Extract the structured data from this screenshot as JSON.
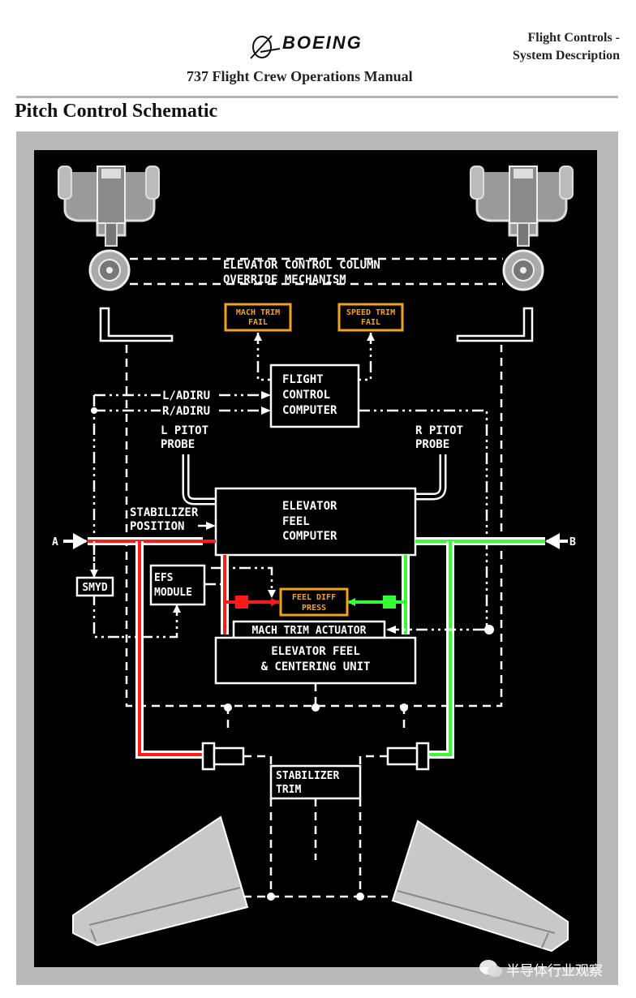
{
  "header": {
    "brand": "BOEING",
    "manual": "737 Flight Crew Operations Manual",
    "section_line1": "Flight Controls -",
    "section_line2": "System Description"
  },
  "page_title": "Pitch Control Schematic",
  "diagram": {
    "override_line1": "ELEVATOR CONTROL COLUMN",
    "override_line2": "OVERRIDE MECHANISM",
    "mach_trim_fail_1": "MACH TRIM",
    "mach_trim_fail_2": "FAIL",
    "speed_trim_fail_1": "SPEED TRIM",
    "speed_trim_fail_2": "FAIL",
    "fcc_1": "FLIGHT",
    "fcc_2": "CONTROL",
    "fcc_3": "COMPUTER",
    "l_adiru": "L/ADIRU",
    "r_adiru": "R/ADIRU",
    "l_pitot_1": "L PITOT",
    "l_pitot_2": "PROBE",
    "r_pitot_1": "R PITOT",
    "r_pitot_2": "PROBE",
    "efc_1": "ELEVATOR",
    "efc_2": "FEEL",
    "efc_3": "COMPUTER",
    "stab_pos_1": "STABILIZER",
    "stab_pos_2": "POSITION",
    "hyd_a": "A",
    "hyd_b": "B",
    "smyd": "SMYD",
    "efs_1": "EFS",
    "efs_2": "MODULE",
    "feel_diff_1": "FEEL DIFF",
    "feel_diff_2": "PRESS",
    "mach_trim_actuator": "MACH TRIM ACTUATOR",
    "efcu_1": "ELEVATOR FEEL",
    "efcu_2": "& CENTERING UNIT",
    "stab_trim_1": "STABILIZER",
    "stab_trim_2": "TRIM"
  },
  "colors": {
    "system_a": "#ff1a1a",
    "system_b": "#33ff33",
    "caution": "#f2a21c",
    "panel": "#000000",
    "frame": "#b9b9b9"
  },
  "watermark": "半导体行业观察"
}
